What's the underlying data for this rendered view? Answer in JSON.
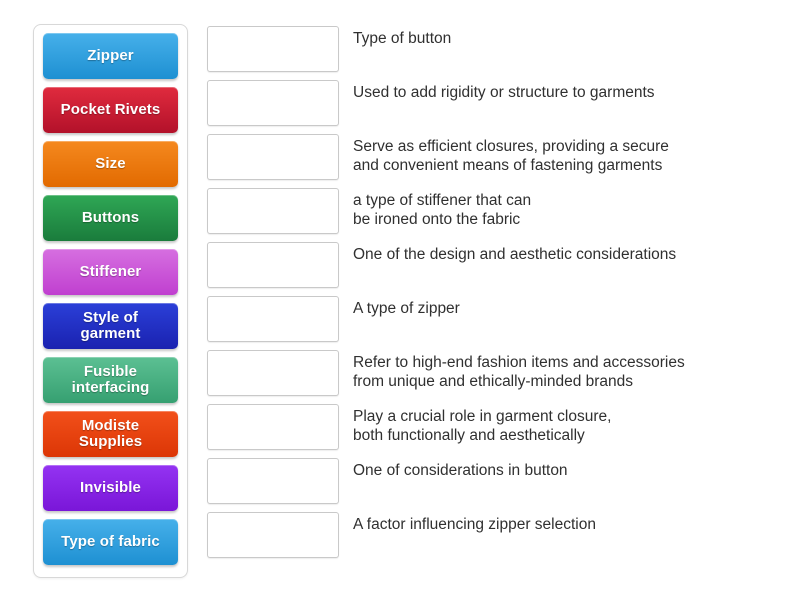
{
  "activity": {
    "type": "match-up-drag-and-drop",
    "tile_text_color": "#ffffff",
    "definition_text_color": "#303030",
    "panel_border_color": "#d8d8d8",
    "dropzone_border_color": "#c9c9c9"
  },
  "tiles": [
    {
      "label": "Zipper",
      "color_top": "#46b0ea",
      "color_bottom": "#1e90d2"
    },
    {
      "label": "Pocket Rivets",
      "color_top": "#e02b3e",
      "color_bottom": "#b3112a"
    },
    {
      "label": "Size",
      "color_top": "#f5891f",
      "color_bottom": "#e26a00"
    },
    {
      "label": "Buttons",
      "color_top": "#2fa755",
      "color_bottom": "#1a7c3c"
    },
    {
      "label": "Stiffener",
      "color_top": "#d66fe0",
      "color_bottom": "#c03fd0"
    },
    {
      "label": "Style of\ngarment",
      "color_top": "#2b3fd8",
      "color_bottom": "#1a22b0"
    },
    {
      "label": "Fusible\ninterfacing",
      "color_top": "#5cc093",
      "color_bottom": "#36a071"
    },
    {
      "label": "Modiste\nSupplies",
      "color_top": "#f2501a",
      "color_bottom": "#dc3606"
    },
    {
      "label": "Invisible",
      "color_top": "#9433f2",
      "color_bottom": "#7a16d8"
    },
    {
      "label": "Type of fabric",
      "color_top": "#46b0ea",
      "color_bottom": "#1e90d2"
    }
  ],
  "rows": [
    {
      "answer": "",
      "definition": "Type of button"
    },
    {
      "answer": "",
      "definition": "Used to add rigidity or structure to garments"
    },
    {
      "answer": "",
      "definition": "Serve as efficient closures, providing a secure\nand convenient means of fastening garments"
    },
    {
      "answer": "",
      "definition": "a type of stiffener that can\nbe ironed onto the fabric"
    },
    {
      "answer": "",
      "definition": "One of the design and aesthetic considerations"
    },
    {
      "answer": "",
      "definition": "A type of zipper"
    },
    {
      "answer": "",
      "definition": "Refer to high-end fashion items and accessories\nfrom unique and ethically-minded brands"
    },
    {
      "answer": "",
      "definition": "Play a crucial role in garment closure,\nboth functionally and aesthetically"
    },
    {
      "answer": "",
      "definition": "One of considerations in button"
    },
    {
      "answer": "",
      "definition": "A factor influencing zipper selection"
    }
  ]
}
